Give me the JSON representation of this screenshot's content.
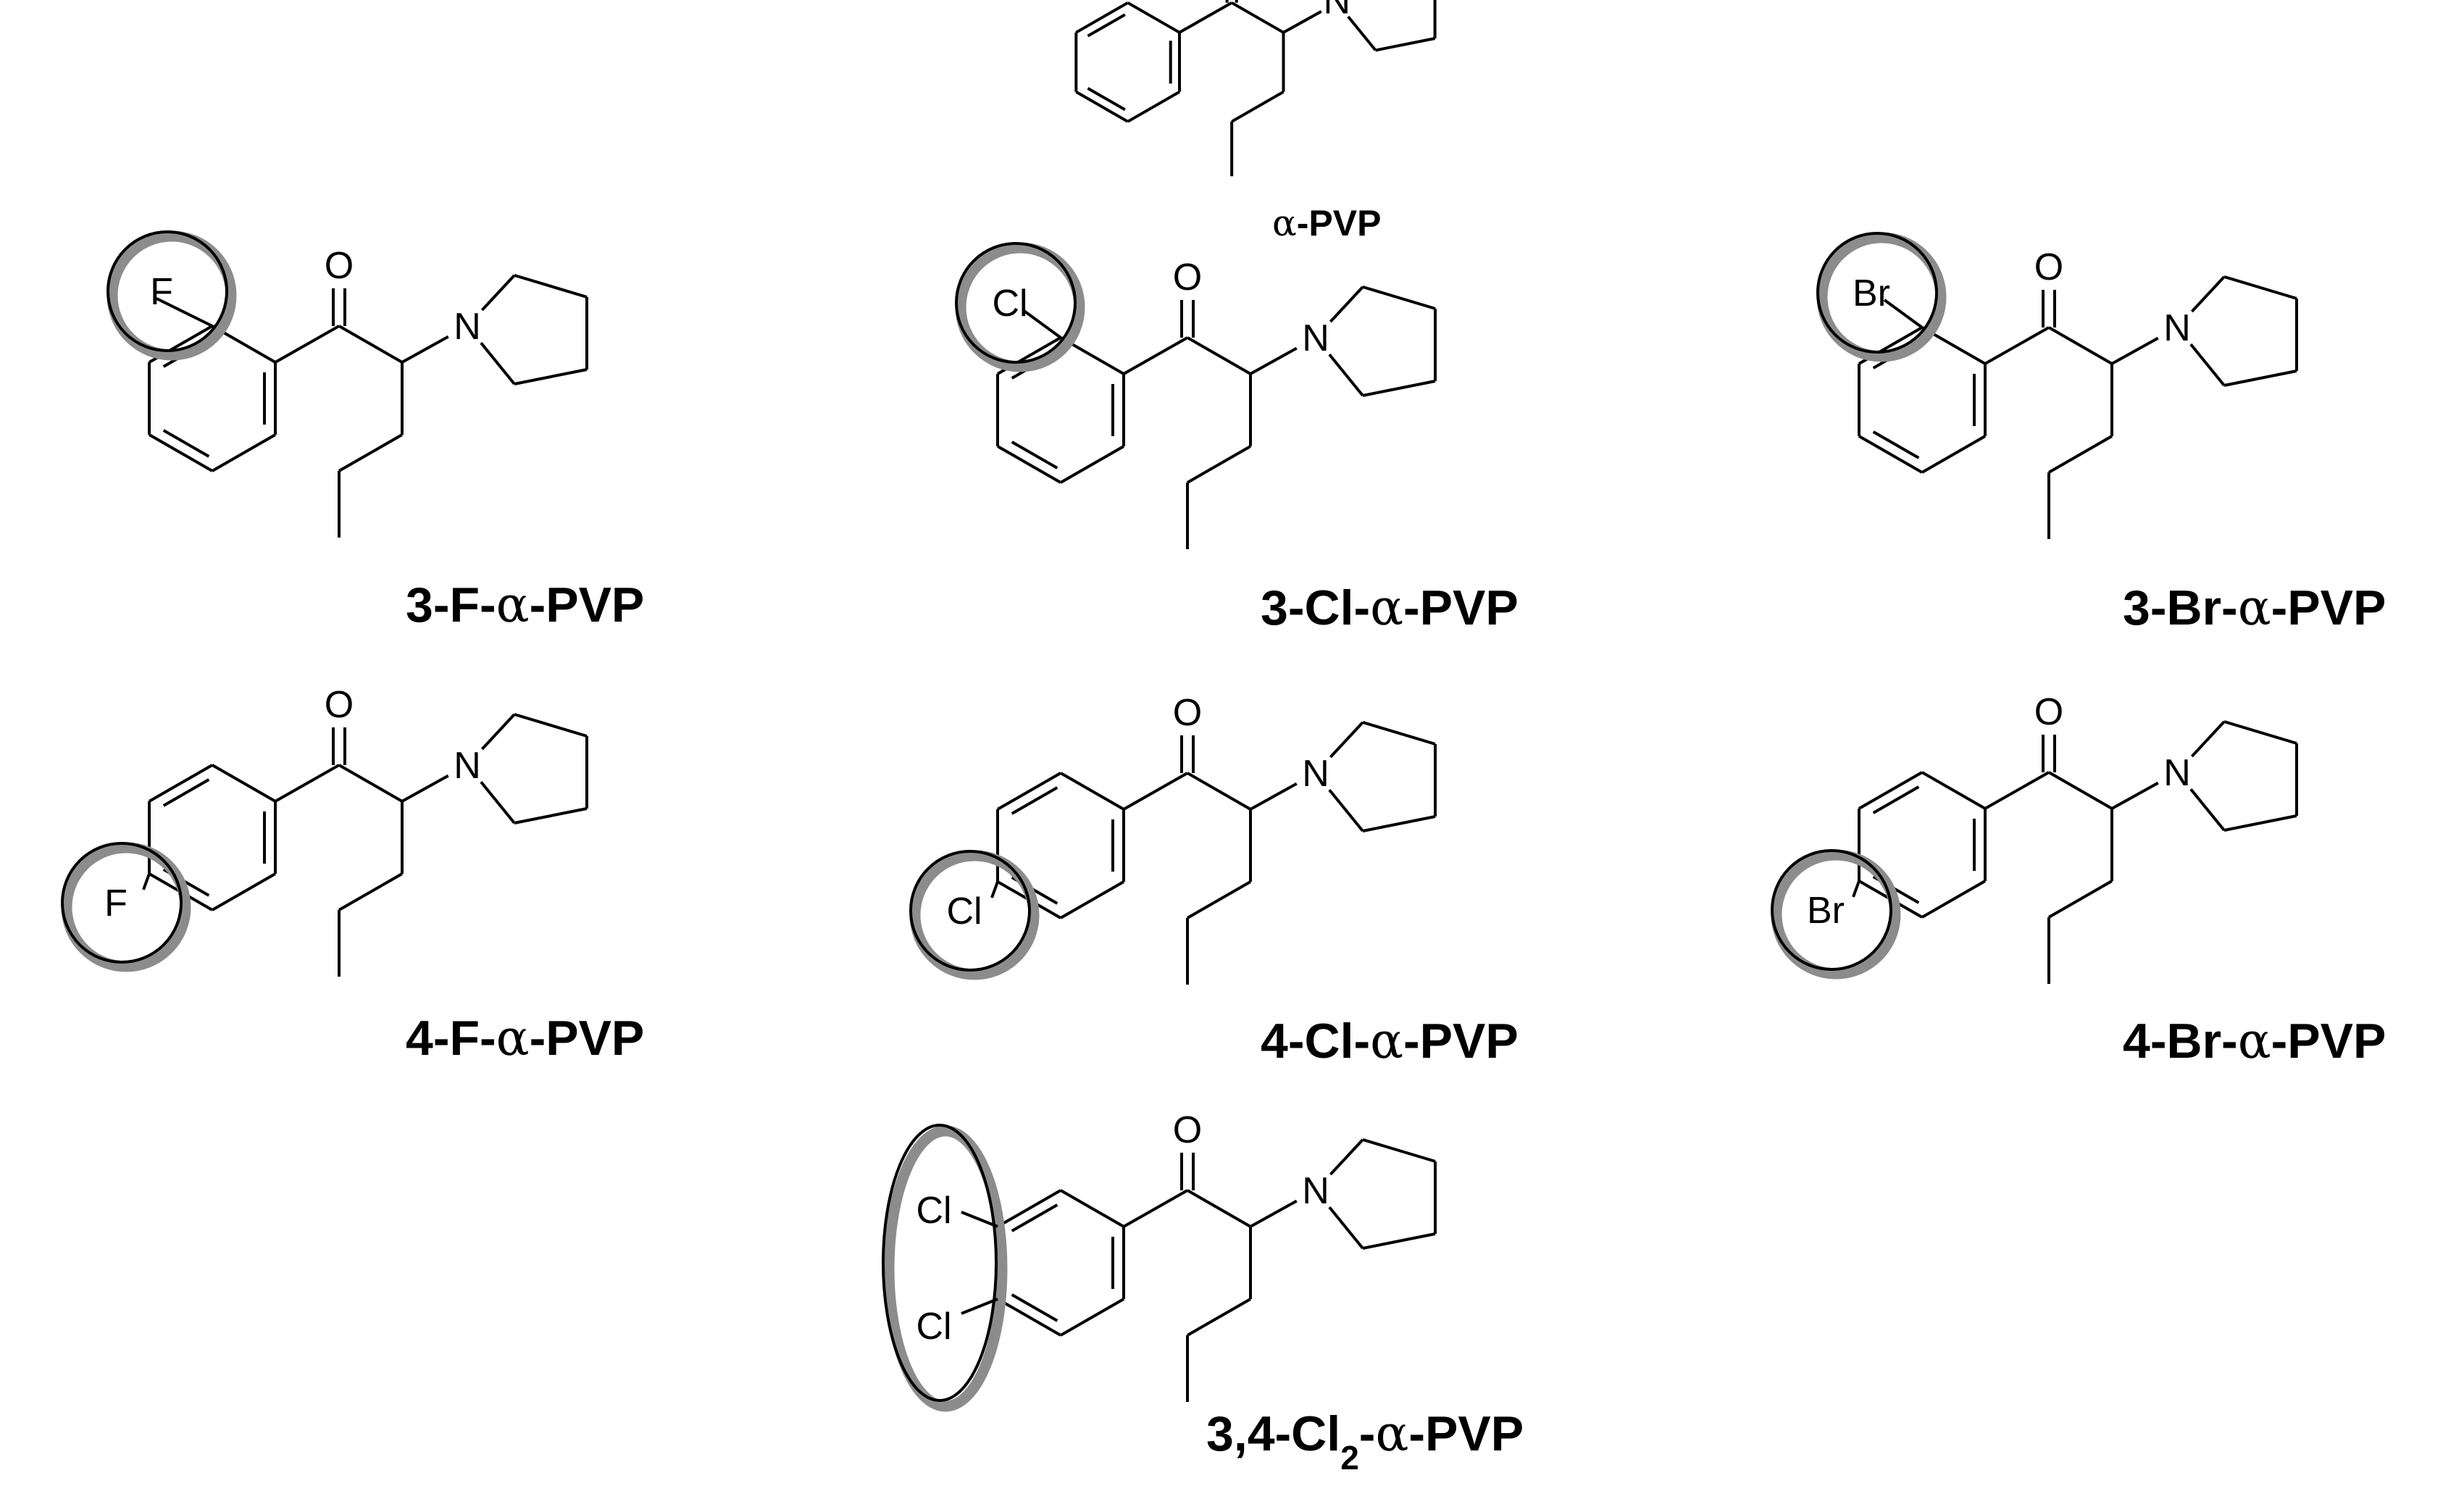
{
  "molecules": [
    {
      "id": "a-pvp",
      "label": [
        "α",
        "-PVP"
      ],
      "substitution": "none",
      "substituents": []
    },
    {
      "id": "3-f-a-pvp",
      "label": [
        "3-F-",
        "α",
        "-PVP"
      ],
      "substitution": "meta",
      "substituents": [
        "F"
      ]
    },
    {
      "id": "3-cl-a-pvp",
      "label": [
        "3-Cl-",
        "α",
        "-PVP"
      ],
      "substitution": "meta",
      "substituents": [
        "Cl"
      ]
    },
    {
      "id": "3-br-a-pvp",
      "label": [
        "3-Br-",
        "α",
        "-PVP"
      ],
      "substitution": "meta",
      "substituents": [
        "Br"
      ]
    },
    {
      "id": "4-f-a-pvp",
      "label": [
        "4-F-",
        "α",
        "-PVP"
      ],
      "substitution": "para",
      "substituents": [
        "F"
      ]
    },
    {
      "id": "4-cl-a-pvp",
      "label": [
        "4-Cl-",
        "α",
        "-PVP"
      ],
      "substitution": "para",
      "substituents": [
        "Cl"
      ]
    },
    {
      "id": "4-br-a-pvp",
      "label": [
        "4-Br-",
        "α",
        "-PVP"
      ],
      "substitution": "para",
      "substituents": [
        "Br"
      ]
    },
    {
      "id": "34-cl2-a-pvp",
      "label": [
        "3,4-Cl",
        "2",
        "-",
        "α",
        "-PVP"
      ],
      "substitution": "meta-para",
      "substituents": [
        "Cl",
        "Cl"
      ]
    }
  ],
  "atoms": {
    "carbonyl_oxygen": "O",
    "pyrrolidine_nitrogen": "N"
  }
}
